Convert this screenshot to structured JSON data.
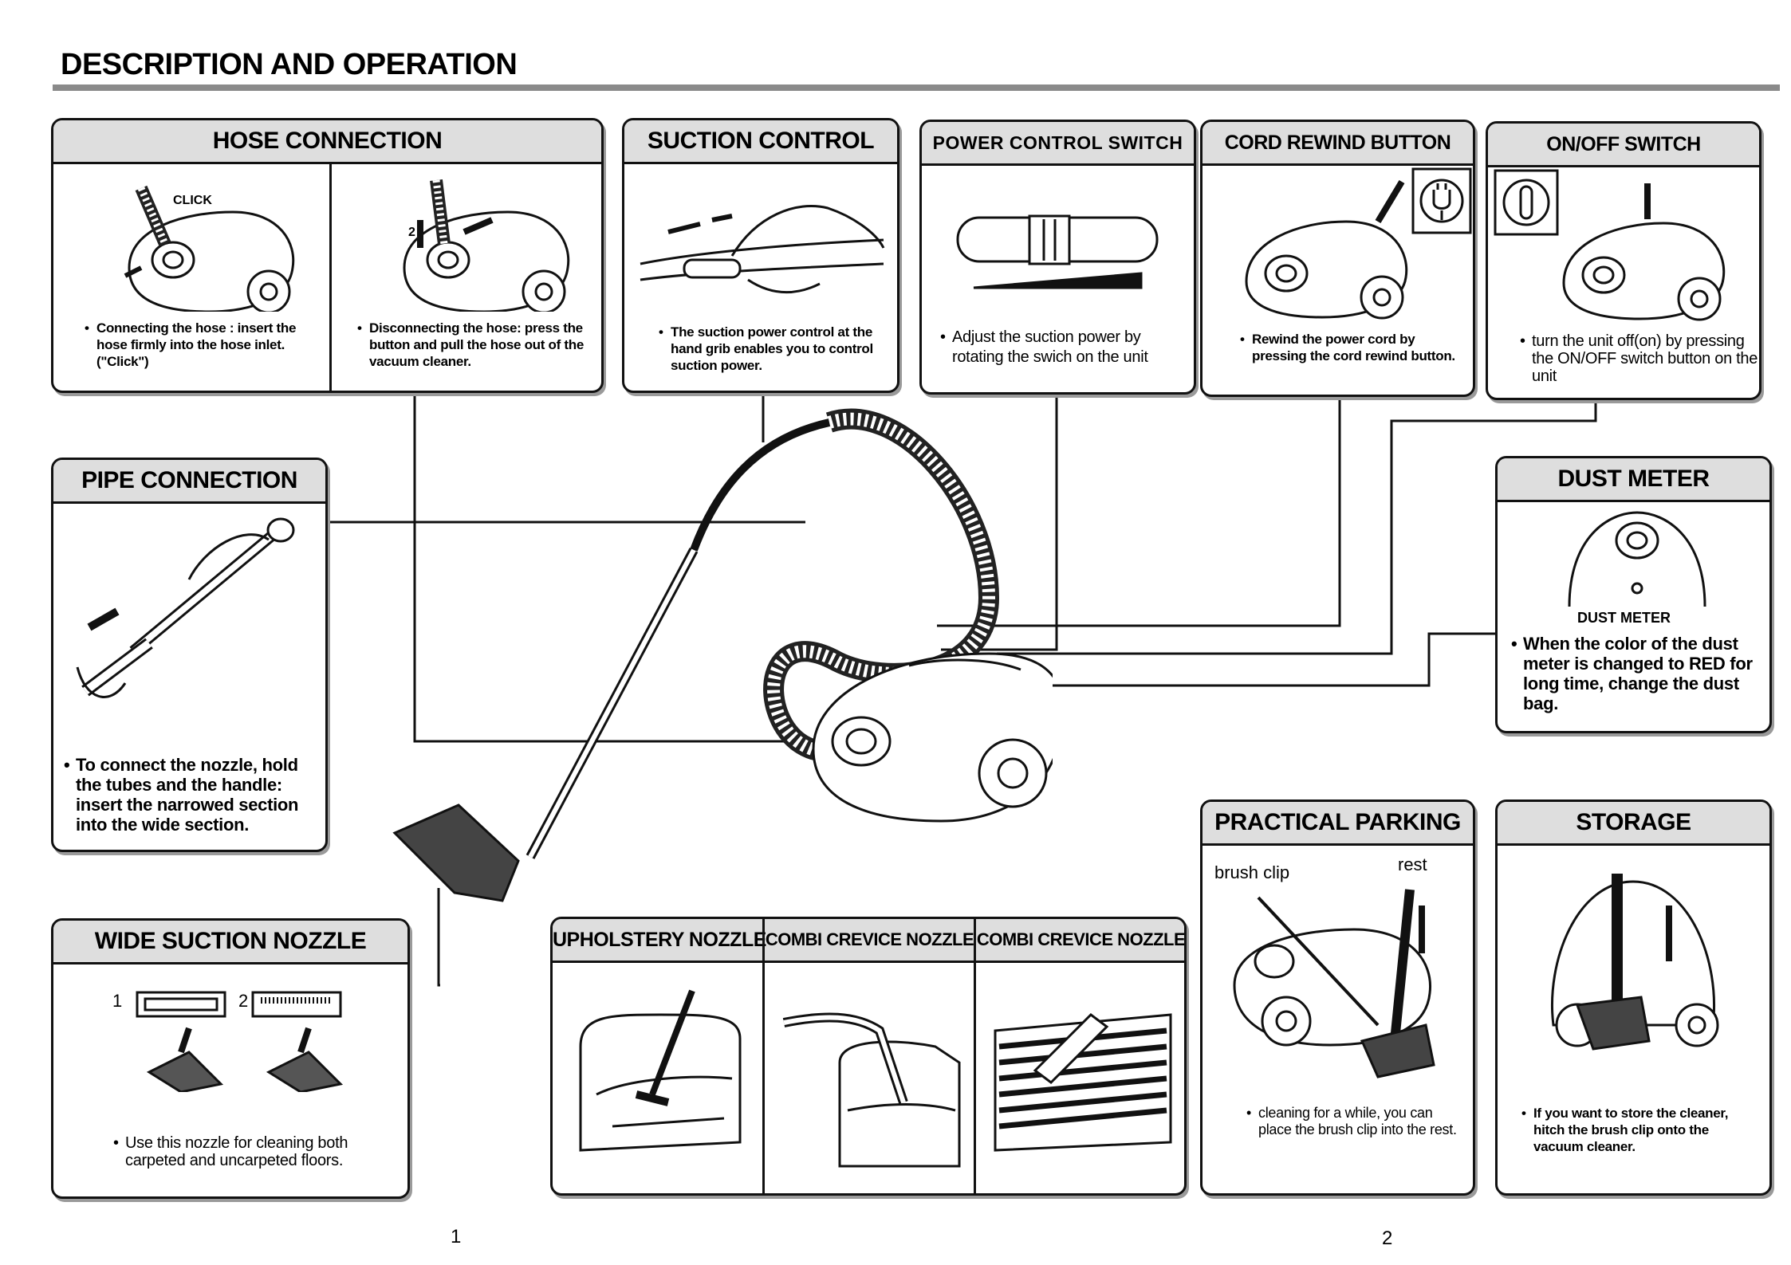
{
  "page_title": "DESCRIPTION AND OPERATION",
  "panels": {
    "hose_connection": {
      "title": "HOSE CONNECTION",
      "caption_left": "Connecting the hose : insert the hose firmly into the hose inlet. (\"Click\")",
      "caption_right": "Disconnecting the hose: press the button and pull the hose out of the vacuum cleaner.",
      "click_label": "CLICK",
      "step_label": "2"
    },
    "suction_control": {
      "title": "SUCTION CONTROL",
      "caption": "The suction power control at the hand grib enables you to control suction power."
    },
    "power_control": {
      "title": "POWER CONTROL SWITCH",
      "caption": "Adjust the suction power by rotating the swich on the unit"
    },
    "cord_rewind": {
      "title": "CORD REWIND BUTTON",
      "caption": "Rewind the power cord by pressing the cord rewind button."
    },
    "onoff": {
      "title": "ON/OFF SWITCH",
      "caption": "turn the unit off(on) by pressing the ON/OFF switch button on the unit"
    },
    "pipe_connection": {
      "title": "PIPE CONNECTION",
      "caption": "To connect the nozzle, hold the tubes and the handle: insert the narrowed section into the wide section."
    },
    "dust_meter": {
      "title": "DUST METER",
      "label": "DUST METER",
      "caption": "When the color of the dust meter is changed to RED for long time, change the dust bag."
    },
    "wide_nozzle": {
      "title": "WIDE SUCTION NOZZLE",
      "num1": "1",
      "num2": "2",
      "caption": "Use this nozzle for cleaning both carpeted and uncarpeted floors."
    },
    "nozzles": {
      "title1": "UPHOLSTERY NOZZLE",
      "title2": "COMBI CREVICE NOZZLE",
      "title3": "COMBI CREVICE NOZZLE"
    },
    "parking": {
      "title": "PRACTICAL PARKING",
      "label_clip": "brush clip",
      "label_rest": "rest",
      "caption": "cleaning for a while, you can place the brush clip into the rest."
    },
    "storage": {
      "title": "STORAGE",
      "caption": "If you want to store the cleaner, hitch the brush clip onto the vacuum cleaner."
    }
  },
  "page_numbers": {
    "left": "1",
    "right": "2"
  },
  "icon_names": [
    "vacuum-cleaner-icon",
    "plug-icon",
    "power-icon",
    "arrow-icon",
    "sofa-icon",
    "carpet-icon"
  ]
}
